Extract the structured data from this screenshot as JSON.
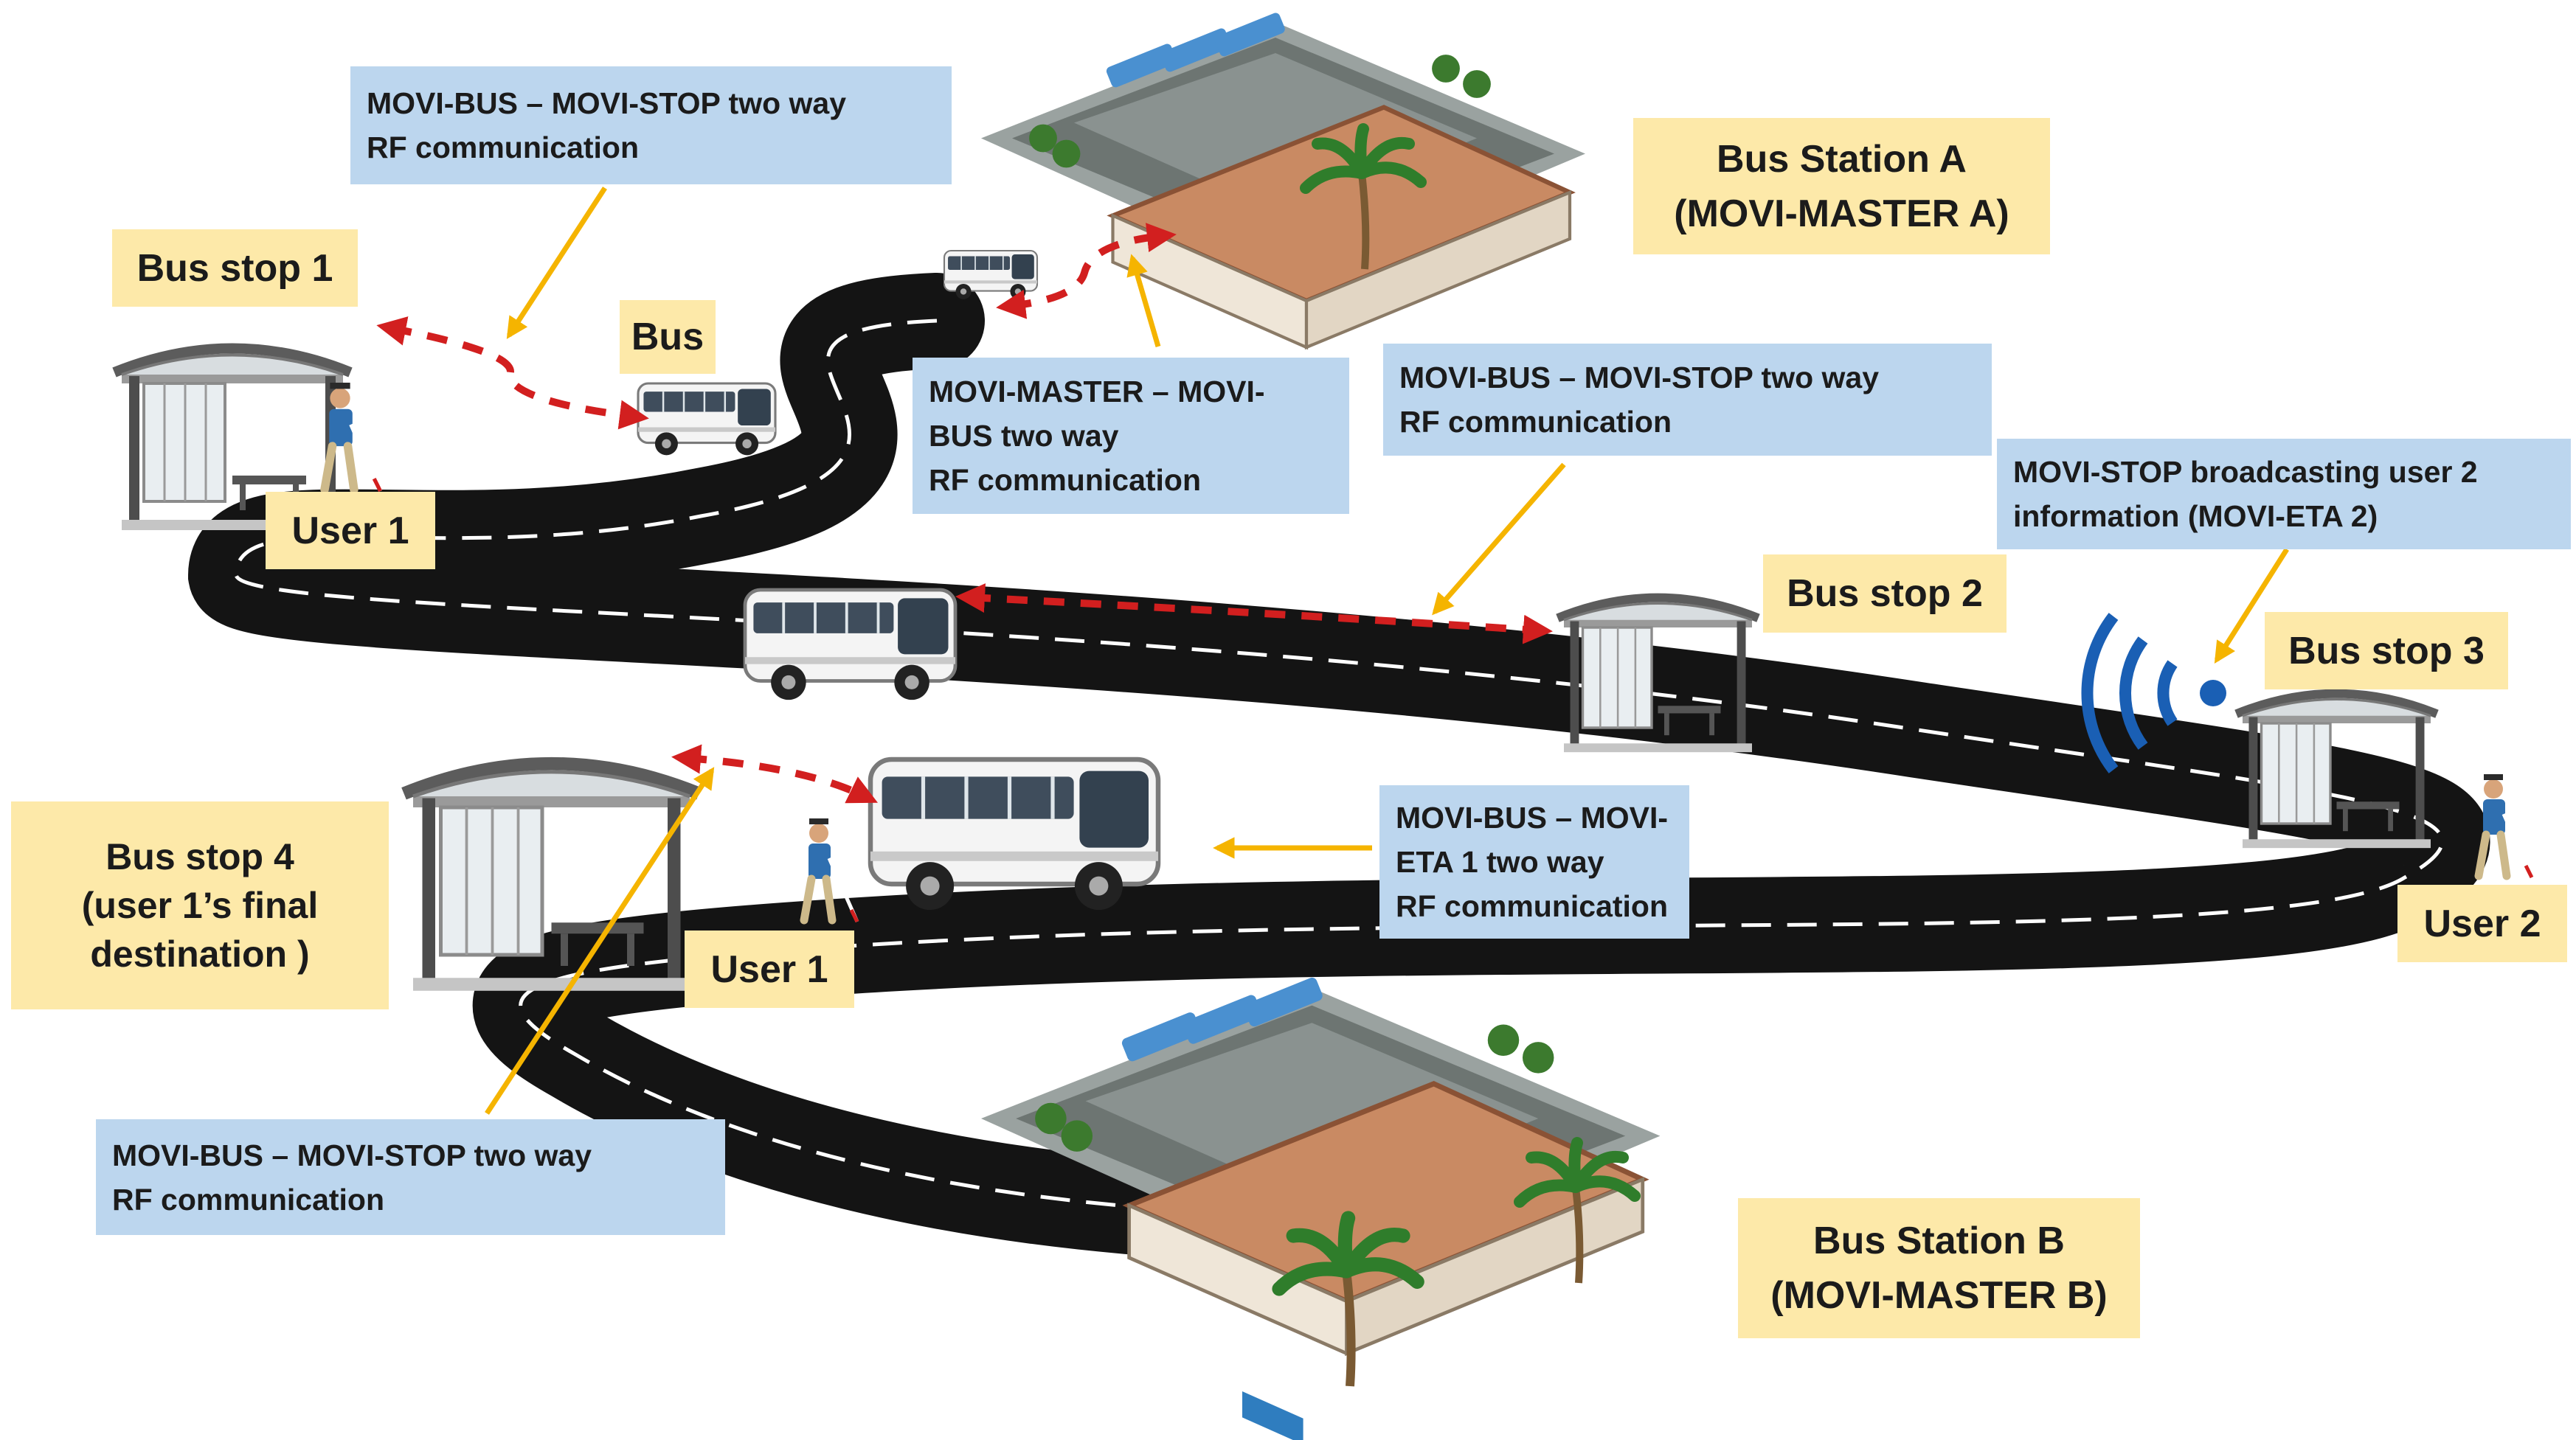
{
  "labels": {
    "bus_station_a": [
      "Bus Station A",
      "(MOVI-MASTER A)"
    ],
    "bus_station_b": [
      "Bus Station B",
      "(MOVI-MASTER B)"
    ],
    "bus_stop_1": "Bus stop 1",
    "bus_stop_2": "Bus stop 2",
    "bus_stop_3": "Bus stop 3",
    "bus_stop_4": [
      "Bus stop 4",
      "(user 1’s final",
      "destination )"
    ],
    "bus": "Bus",
    "user_1_top": "User 1",
    "user_1_bottom": "User 1",
    "user_2": "User 2"
  },
  "callouts": {
    "top_left": [
      "MOVI-BUS – MOVI-STOP two way",
      "RF communication"
    ],
    "master_bus": [
      "MOVI-MASTER – MOVI-",
      "BUS two way",
      "RF communication"
    ],
    "middle": [
      "MOVI-BUS – MOVI-STOP two way",
      "RF communication"
    ],
    "broadcast": [
      "MOVI-STOP broadcasting user 2",
      "information (MOVI-ETA 2)"
    ],
    "eta": [
      "MOVI-BUS – MOVI-",
      "ETA 1 two way",
      "RF communication"
    ],
    "bottom_left": [
      "MOVI-BUS – MOVI-STOP two way",
      "RF communication"
    ]
  },
  "colors": {
    "yellow_label": "#fde9a9",
    "blue_callout": "#bcd6ee",
    "road": "#141414",
    "road_marking": "#ffffff",
    "arrow_orange": "#f5b400",
    "rf_link_red": "#d21f1f",
    "signal_blue": "#1a5fb4"
  },
  "icons": [
    "bus-station-icon",
    "bus-stop-shelter-icon",
    "bus-icon",
    "pedestrian-with-cane-icon",
    "wireless-signal-icon",
    "palm-tree-icon"
  ]
}
